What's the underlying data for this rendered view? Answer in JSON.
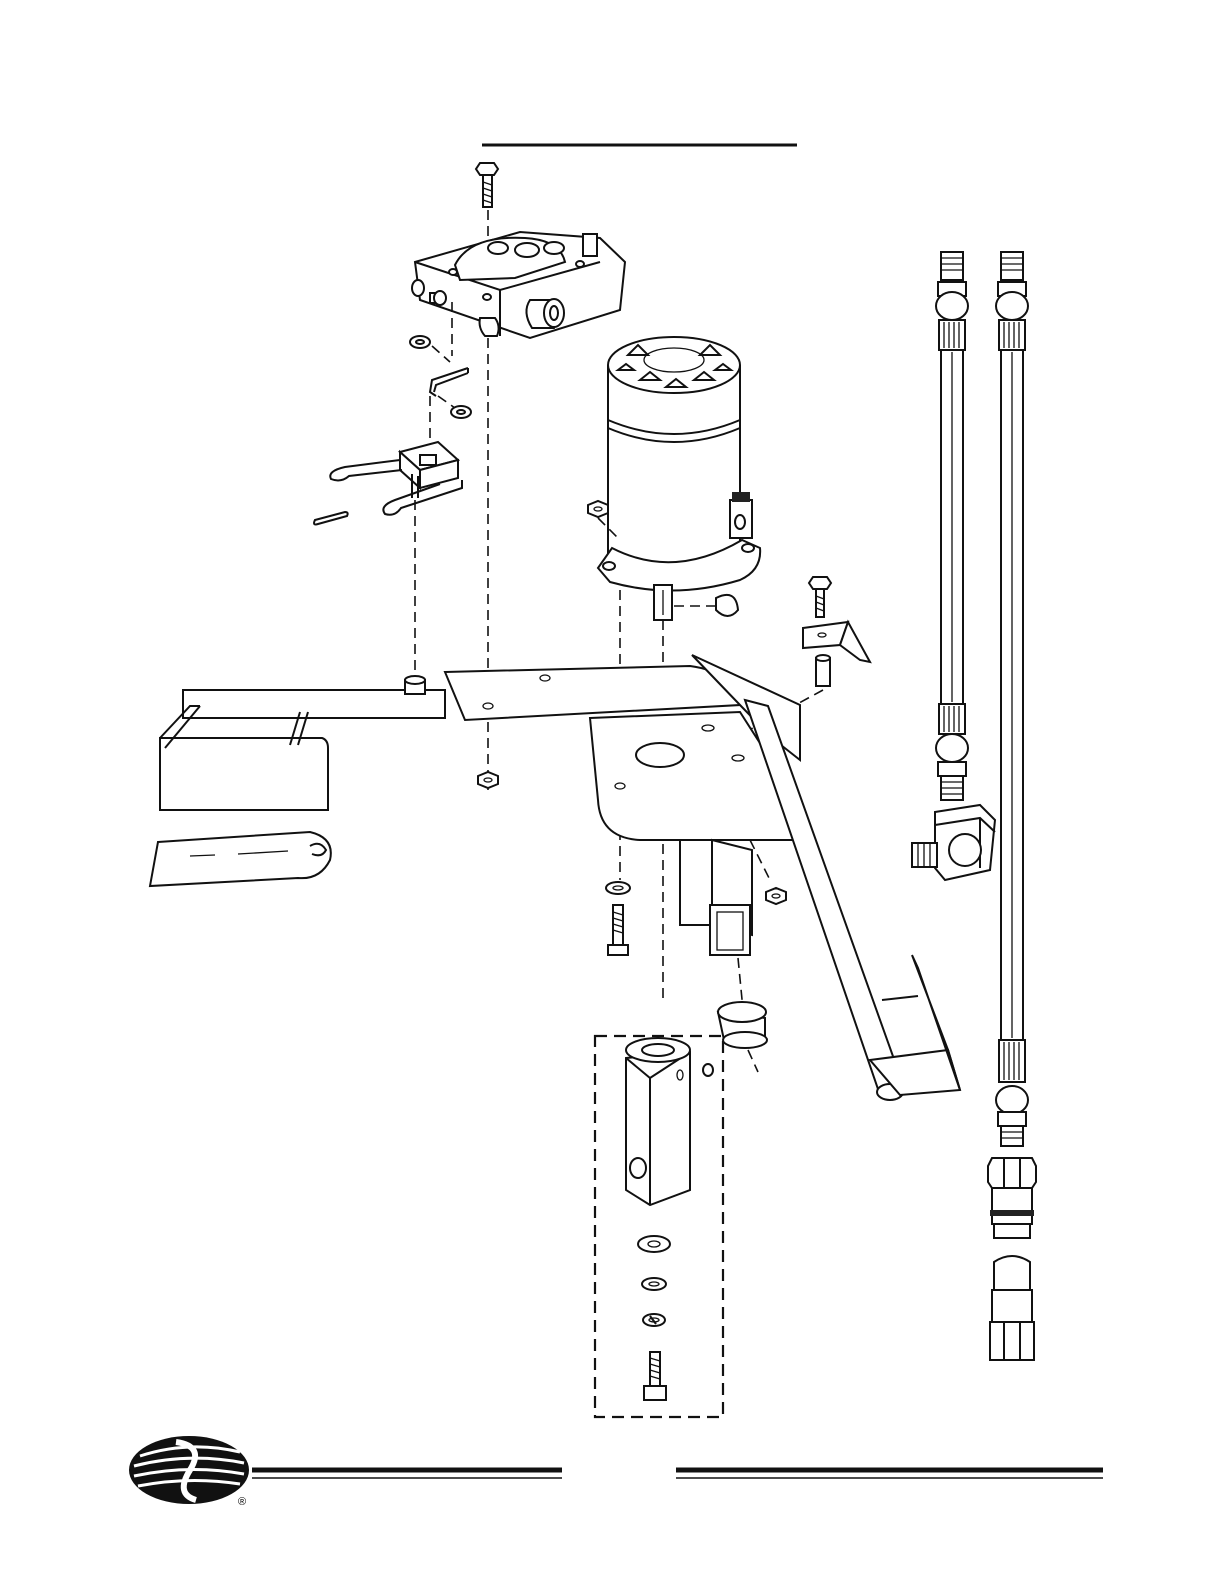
{
  "title": "",
  "footer": {
    "logo_label": "",
    "registered_mark": "®"
  },
  "colors": {
    "ink": "#111111",
    "paper": "#ffffff"
  },
  "parts": [
    {
      "id": "valve-block",
      "icon": "hydraulic-valve-icon"
    },
    {
      "id": "motor",
      "icon": "electric-motor-icon"
    },
    {
      "id": "hose-left",
      "icon": "hose-icon"
    },
    {
      "id": "hose-right",
      "icon": "hose-icon"
    },
    {
      "id": "elbow-fitting",
      "icon": "elbow-fitting-icon"
    },
    {
      "id": "quick-coupler-female",
      "icon": "coupler-icon"
    },
    {
      "id": "quick-coupler-male",
      "icon": "coupler-icon"
    },
    {
      "id": "pedal-frame",
      "icon": "frame-icon"
    },
    {
      "id": "drive-socket-kit",
      "icon": "socket-icon"
    }
  ]
}
